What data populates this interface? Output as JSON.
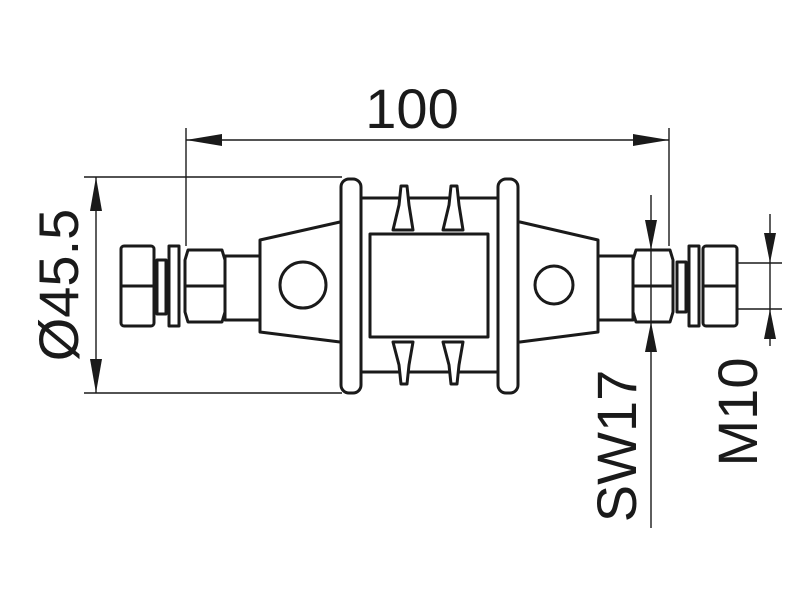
{
  "drawing": {
    "dimensions": {
      "length": "100",
      "diameter": "Ø45.5",
      "wrench_size": "SW17",
      "thread": "M10"
    },
    "colors": {
      "line": "#1a1a1a",
      "background": "#ffffff"
    }
  }
}
